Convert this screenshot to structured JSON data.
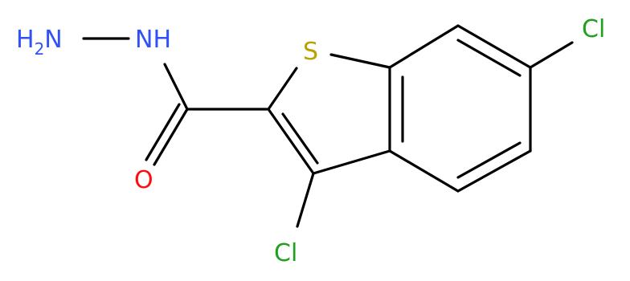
{
  "molecule": {
    "atoms": {
      "amine": {
        "main": "H",
        "sub": "2",
        "end": "N",
        "color": "#3050f8"
      },
      "imine": {
        "label": "NH",
        "color": "#3050f8"
      },
      "oxygen": {
        "label": "O",
        "color": "#ff0d0d"
      },
      "sulfur": {
        "label": "S",
        "color": "#b8a200"
      },
      "chlorine_top": {
        "label": "Cl",
        "color": "#1fa01f"
      },
      "chlorine_bottom": {
        "label": "Cl",
        "color": "#1fa01f"
      }
    }
  }
}
